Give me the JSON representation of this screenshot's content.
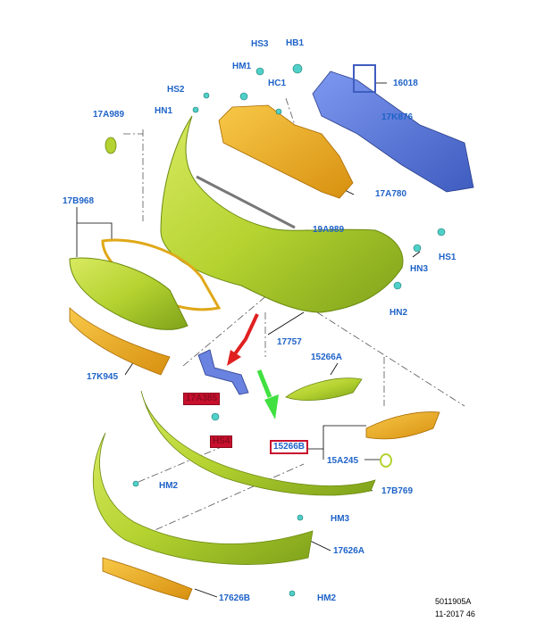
{
  "labels": {
    "hs3": "HS3",
    "hb1": "HB1",
    "hm1": "HM1",
    "hc1": "HC1",
    "hs2": "HS2",
    "hn1": "HN1",
    "p16018": "16018",
    "p17a989": "17A989",
    "p17k876": "17K876",
    "p17a780": "17A780",
    "p17b968": "17B968",
    "p19a989": "19A989",
    "hs1": "HS1",
    "hn3": "HN3",
    "hn2": "HN2",
    "p17757": "17757",
    "p15266a": "15266A",
    "p17k945": "17K945",
    "p17a385": "17A385",
    "hs4": "HS4",
    "p15266b": "15266B",
    "p15a245": "15A245",
    "p17b769": "17B769",
    "hm2a": "HM2",
    "hm3": "HM3",
    "p17626a": "17626A",
    "p17626b": "17626B",
    "hm2b": "HM2"
  },
  "footer": {
    "code": "5011905A",
    "date": "11-2017 46"
  },
  "colors": {
    "label": "#1e63c8",
    "bumper": "#b4d230",
    "bracket": "#f0b020",
    "beam": "#5a78d8",
    "arrow_red": "#e02020",
    "arrow_green": "#40e040",
    "highlight": "#c8102e"
  }
}
